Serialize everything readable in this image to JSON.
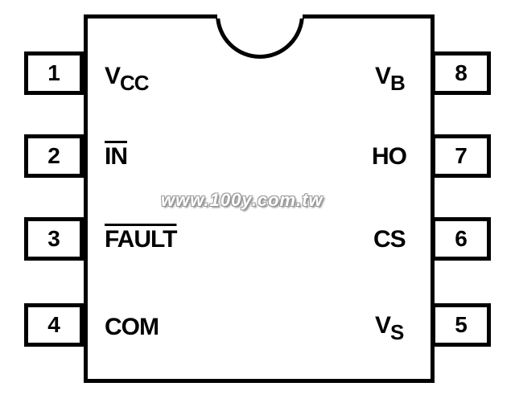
{
  "pins_left": [
    {
      "number": "1",
      "name": "V",
      "sub": "CC",
      "overline": false
    },
    {
      "number": "2",
      "name": "IN",
      "sub": "",
      "overline": true
    },
    {
      "number": "3",
      "name": "FAULT",
      "sub": "",
      "overline": true
    },
    {
      "number": "4",
      "name": "COM",
      "sub": "",
      "overline": false
    }
  ],
  "pins_right": [
    {
      "number": "8",
      "name": "V",
      "sub": "B",
      "overline": false
    },
    {
      "number": "7",
      "name": "HO",
      "sub": "",
      "overline": false
    },
    {
      "number": "6",
      "name": "CS",
      "sub": "",
      "overline": false
    },
    {
      "number": "5",
      "name": "V",
      "sub": "S",
      "overline": false
    }
  ],
  "watermark": "www.100y.com.tw"
}
